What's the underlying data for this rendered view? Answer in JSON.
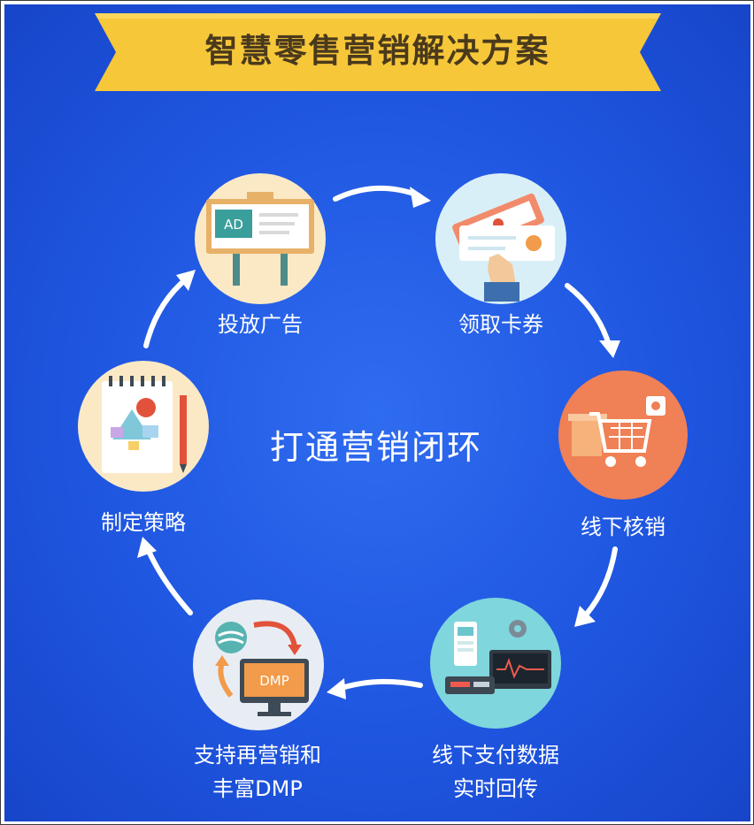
{
  "title": "智慧零售营销解决方案",
  "center_text": "打通营销闭环",
  "steps": [
    {
      "label": "投放广告",
      "icon": "billboard-icon",
      "icon_text": "AD"
    },
    {
      "label": "领取卡券",
      "icon": "coupon-icon"
    },
    {
      "label": "线下核销",
      "icon": "shopping-cart-icon"
    },
    {
      "label_line1": "线下支付数据",
      "label_line2": "实时回传",
      "icon": "pos-terminal-icon"
    },
    {
      "label_line1": "支持再营销和",
      "label_line2": "丰富DMP",
      "icon": "dmp-monitor-icon",
      "icon_text": "DMP"
    },
    {
      "label": "制定策略",
      "icon": "strategy-notepad-icon"
    }
  ],
  "colors": {
    "background": "#1f56e0",
    "banner": "#f7c73a",
    "banner_text": "#4a3a1c",
    "text": "#ffffff"
  }
}
